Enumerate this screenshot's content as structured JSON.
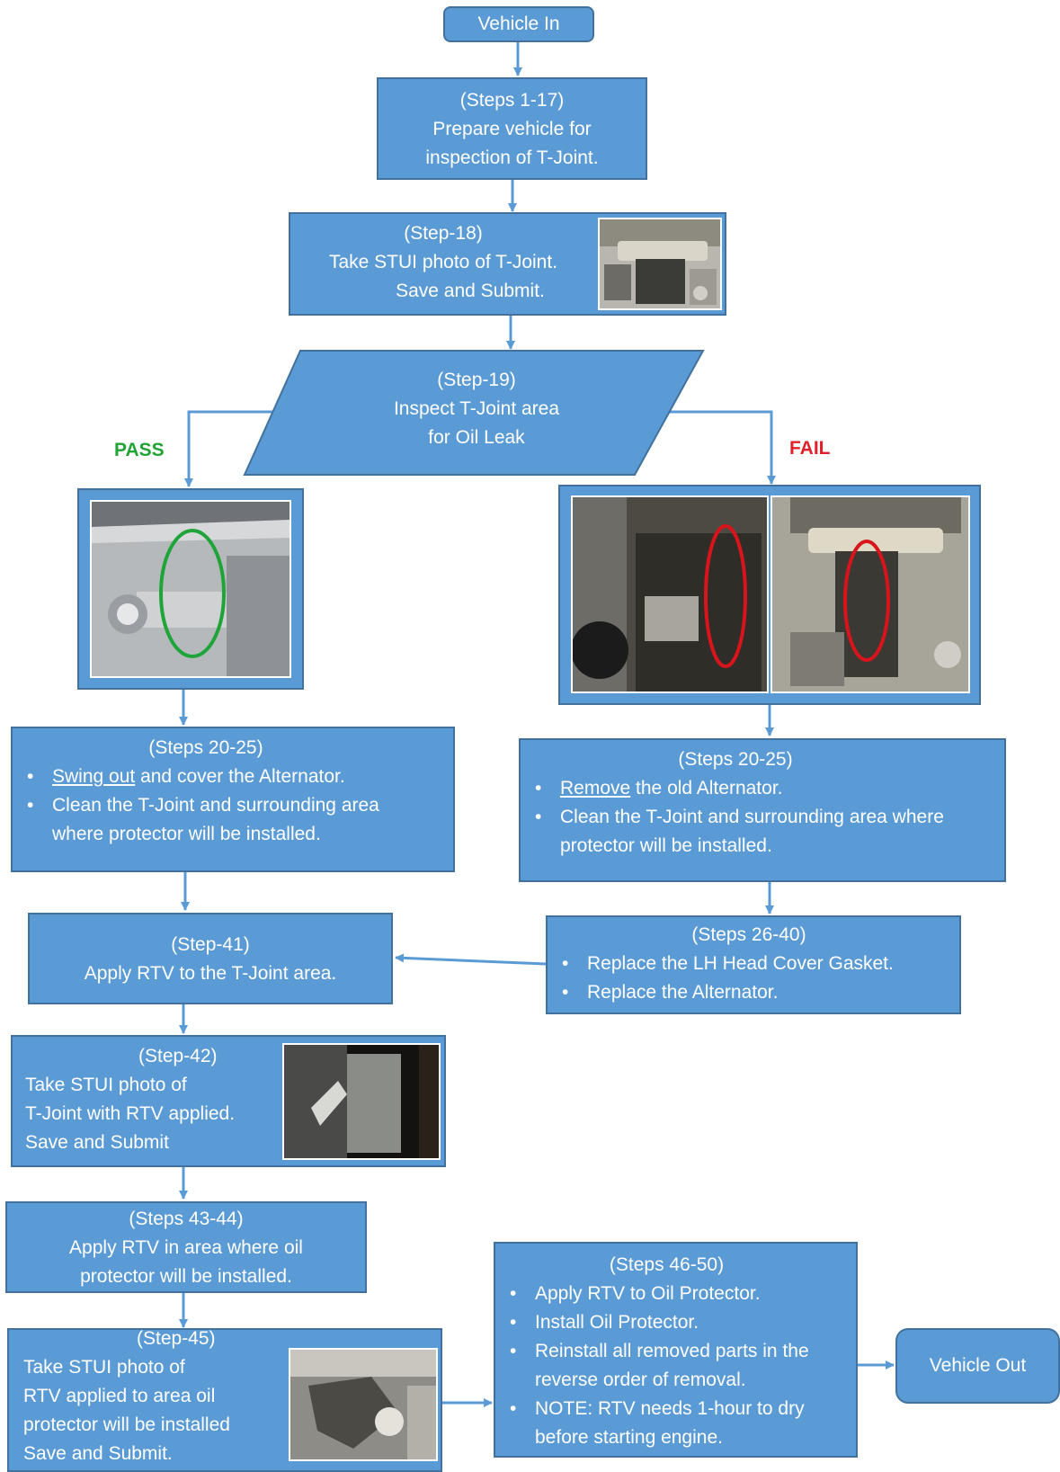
{
  "colors": {
    "box_fill": "#5b9bd5",
    "box_border": "#41719c",
    "connector": "#5b9bd5",
    "pass": "#21a336",
    "fail": "#e0202a",
    "pass_ring": "#1fa43a",
    "fail_ring": "#d8141c"
  },
  "nodes": {
    "vehicle_in": "Vehicle In",
    "s1_17": {
      "title": "(Steps 1-17)",
      "line1": "Prepare vehicle for",
      "line2": "inspection of T-Joint."
    },
    "s18": {
      "title": "(Step-18)",
      "line1": "Take STUI photo of T-Joint.",
      "line2": "Save and Submit."
    },
    "s19": {
      "title": "(Step-19)",
      "line1": "Inspect T-Joint area",
      "line2": "for Oil Leak"
    },
    "pass_label": "PASS",
    "fail_label": "FAIL",
    "pass_20_25": {
      "title": "(Steps 20-25)",
      "b1_u": "Swing out",
      "b1_rest": " and cover the Alternator.",
      "b2": "Clean the T-Joint and surrounding area where protector  will be installed."
    },
    "fail_20_25": {
      "title": "(Steps 20-25)",
      "b1_u": "Remove",
      "b1_rest": " the old Alternator.",
      "b2": "Clean the T-Joint and surrounding  area where protector  will be installed."
    },
    "s26_40": {
      "title": "(Steps 26-40)",
      "b1": "Replace the LH Head Cover Gasket.",
      "b2": "Replace the Alternator."
    },
    "s41": {
      "title": "(Step-41)",
      "line1": "Apply RTV to the T-Joint area."
    },
    "s42": {
      "title": "(Step-42)",
      "line1": "Take STUI photo of",
      "line2": "T-Joint with RTV applied.",
      "line3": " Save and Submit"
    },
    "s43_44": {
      "title": "(Steps 43-44)",
      "line1": "Apply RTV in area where oil",
      "line2": "protector  will be installed."
    },
    "s45": {
      "title": "(Step-45)",
      "line1": "Take STUI photo of",
      "line2": "RTV applied to area oil",
      "line3": "protector will be installed",
      "line4": " Save and Submit."
    },
    "s46_50": {
      "title": "(Steps 46-50)",
      "b1": "Apply RTV to Oil Protector.",
      "b2": "Install Oil Protector.",
      "b3": "Reinstall all removed parts in the reverse order of removal.",
      "b4": "NOTE:  RTV needs 1-hour to dry  before starting engine."
    },
    "vehicle_out": "Vehicle Out"
  }
}
